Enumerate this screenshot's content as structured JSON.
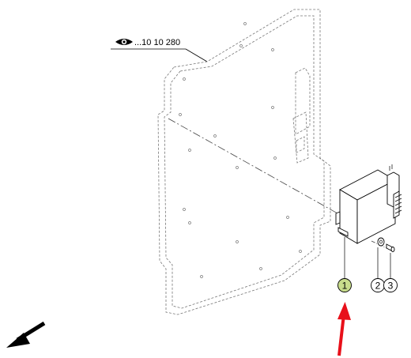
{
  "reference": {
    "icon": "eye-icon",
    "text": "...10 10 280"
  },
  "callouts": [
    {
      "number": "1",
      "highlighted": true
    },
    {
      "number": "2",
      "highlighted": false
    },
    {
      "number": "3",
      "highlighted": false
    }
  ],
  "colors": {
    "highlight": "#c8dc8c",
    "pointer_arrow": "#e8101a",
    "line": "#000000",
    "dashed": "#666666"
  },
  "icons": {
    "pointer": "red-arrow-icon",
    "direction": "direction-arrow-icon"
  }
}
